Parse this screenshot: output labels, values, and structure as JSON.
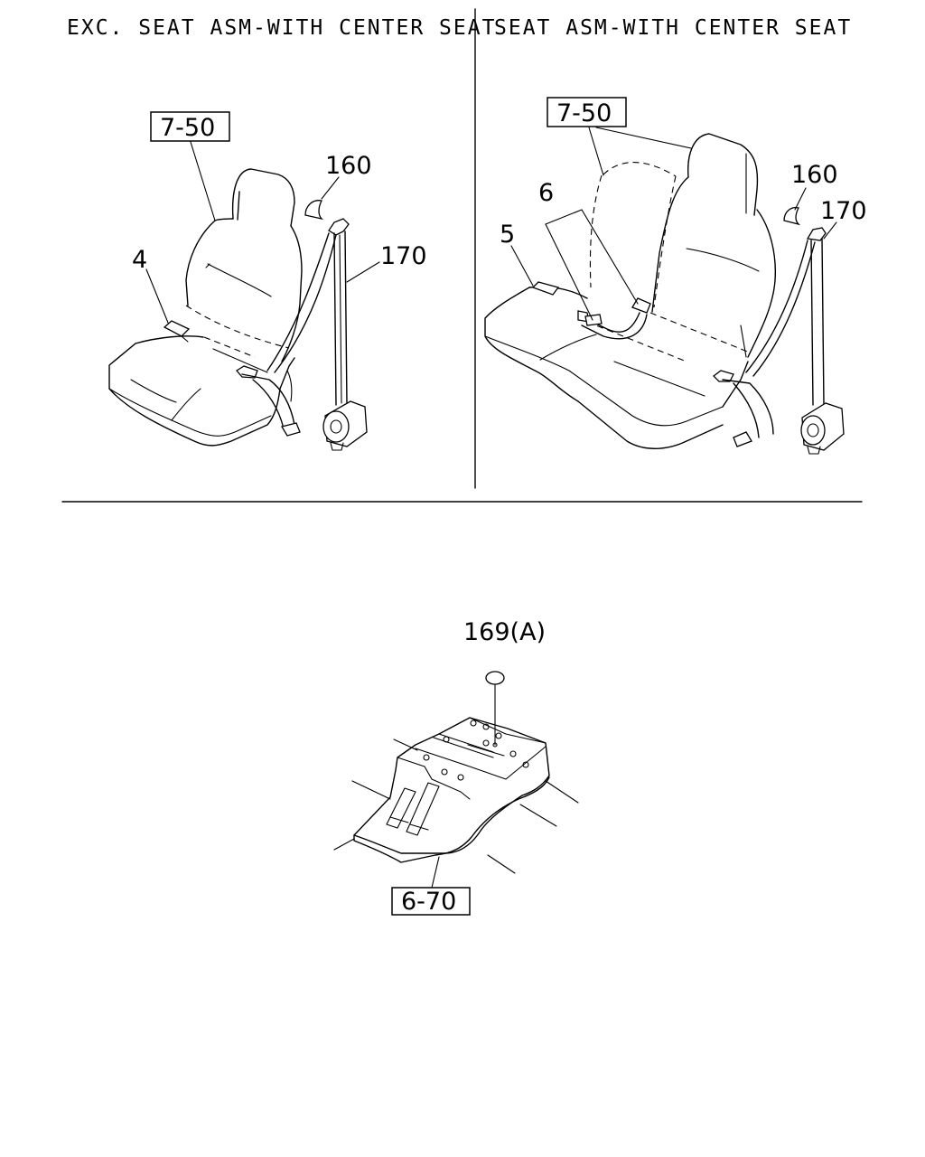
{
  "headings": {
    "left": "EXC. SEAT ASM-WITH CENTER SEAT",
    "right": "SEAT ASM-WITH CENTER SEAT"
  },
  "left_panel": {
    "ref_box": "7-50",
    "callouts": {
      "buckle": "4",
      "anchor_cover": "160",
      "belt": "170"
    }
  },
  "right_panel": {
    "ref_box": "7-50",
    "callouts": {
      "center_buckle": "5",
      "center_belt": "6",
      "anchor_cover": "160",
      "belt": "170"
    }
  },
  "bottom": {
    "ref_box": "6-70",
    "callouts": {
      "plug": "169(A)"
    }
  }
}
